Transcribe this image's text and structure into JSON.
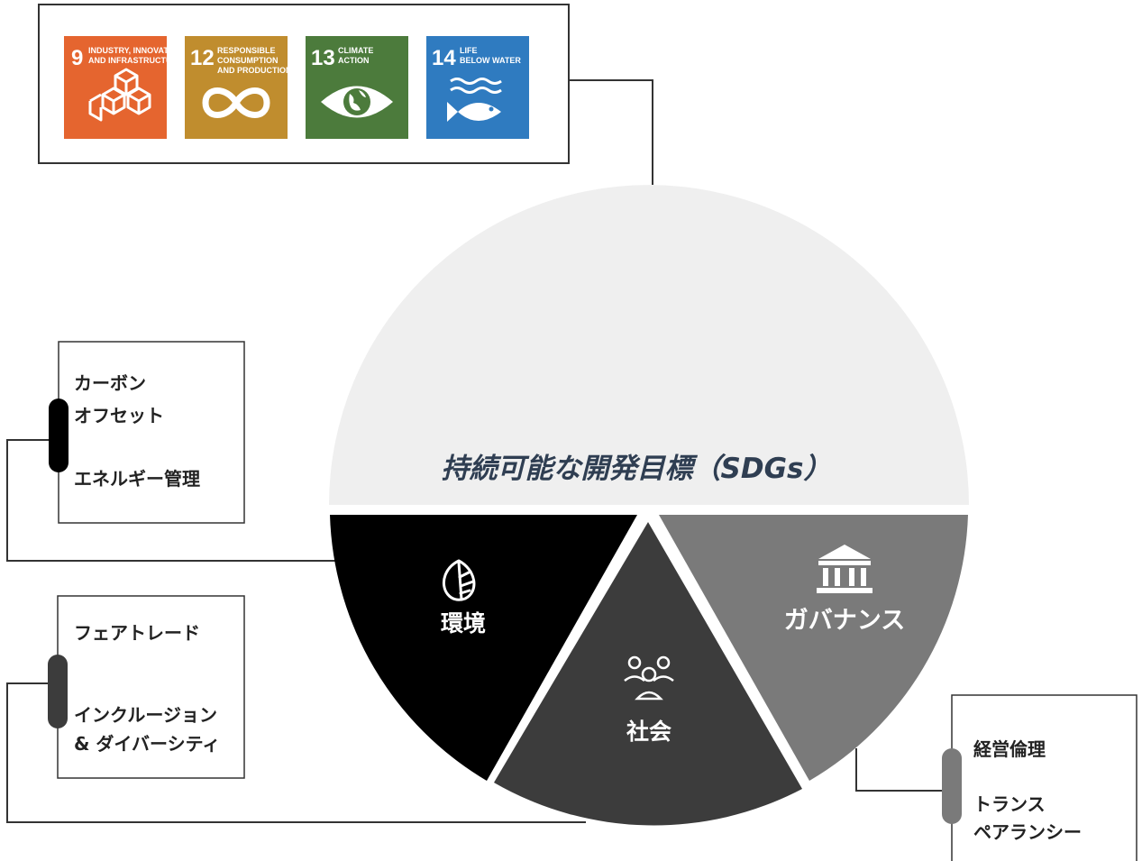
{
  "sdg_goals": [
    {
      "number": "9",
      "title_lines": [
        "INDUSTRY, INNOVATION",
        "AND INFRASTRUCTURE"
      ],
      "color": "#e5652f",
      "icon": "cubes-icon"
    },
    {
      "number": "12",
      "title_lines": [
        "RESPONSIBLE",
        "CONSUMPTION",
        "AND PRODUCTION"
      ],
      "color": "#c08d2e",
      "icon": "infinity-icon"
    },
    {
      "number": "13",
      "title_lines": [
        "CLIMATE",
        "ACTION"
      ],
      "color": "#4c7b3c",
      "icon": "eye-globe-icon"
    },
    {
      "number": "14",
      "title_lines": [
        "LIFE",
        "BELOW WATER"
      ],
      "color": "#2f7bc0",
      "icon": "fish-icon"
    }
  ],
  "center": {
    "title": "持続可能な開発目標（SDGs）"
  },
  "segments": {
    "environment": {
      "label": "環境",
      "icon": "leaf-icon",
      "color": "#000000"
    },
    "society": {
      "label": "社会",
      "icon": "people-icon",
      "color": "#3c3c3c"
    },
    "governance": {
      "label": "ガバナンス",
      "icon": "bank-icon",
      "color": "#7a7a7a"
    }
  },
  "top_circle_color": "#efefef",
  "cards": {
    "environment": {
      "item1_line1": "カーボン",
      "item1_line2": "オフセット",
      "item2_line1": "エネルギー管理"
    },
    "society": {
      "item1_line1": "フェアトレード",
      "item2_line1": "インクルージョン",
      "item2_line2": "& ダイバーシティ"
    },
    "governance": {
      "item1_line1": "経営倫理",
      "item2_line1": "トランス",
      "item2_line2": "ペアランシー"
    }
  }
}
